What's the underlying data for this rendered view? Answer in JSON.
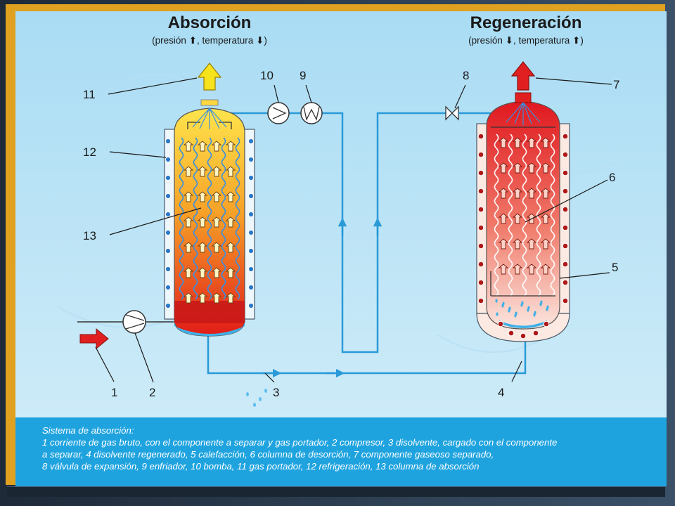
{
  "diagram": {
    "left_title": "Absorción",
    "left_subtitle_a": "(presión ",
    "left_subtitle_b": ", temperatura ",
    "left_subtitle_c": ")",
    "right_title": "Regeneración",
    "right_subtitle_a": "(presión ",
    "right_subtitle_b": ", temperatura ",
    "right_subtitle_c": ")",
    "labels": [
      "1",
      "2",
      "3",
      "4",
      "5",
      "6",
      "7",
      "8",
      "9",
      "10",
      "11",
      "12",
      "13"
    ]
  },
  "caption": {
    "heading": "Sistema de absorción:",
    "lines": [
      "1 corriente de gas bruto, con el componente a separar y gas portador, 2 compresor, 3 disolvente, cargado con el componente",
      "a separar, 4 disolvente regenerado, 5 calefacción, 6 columna de desorción, 7 componente gaseoso separado,",
      "8 válvula de expansión, 9 enfriador, 10 bomba, 11 gas portador, 12 refrigeración, 13 columna de absorción"
    ]
  },
  "colors": {
    "pipe": "#2a9ad8",
    "background": "#bfe3f6",
    "caption_bg": "#1fa3df",
    "frame": "#e0a020",
    "absorber_top": "#ffe24a",
    "absorber_bottom": "#e0201a",
    "regenerator_top": "#e01a24",
    "regenerator_bottom": "#f7d8cf"
  }
}
